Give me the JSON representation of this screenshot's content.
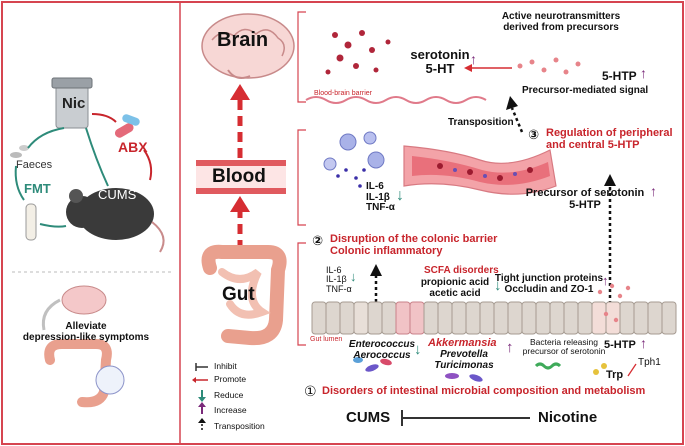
{
  "left": {
    "nic": "Nic",
    "faeces": "Faeces",
    "abx": "ABX",
    "fmt": "FMT",
    "cums": "CUMS",
    "alleviate": "Alleviate\ndepression-like symptoms"
  },
  "organs": {
    "brain": "Brain",
    "blood": "Blood",
    "gut": "Gut"
  },
  "brain_panel": {
    "active_nt": "Active neurotransmitters\nderived from precursors",
    "serotonin": "serotonin\n5-HT",
    "five_htp": "5-HTP",
    "bbb": "Blood-brain barrier",
    "precursor_signal": "Precursor-mediated signal"
  },
  "blood_panel": {
    "transposition": "Transposition",
    "step3_num": "③",
    "step3": "Regulation of peripheral\nand central 5-HTP",
    "cytokines": "IL-6\nIL-1β\nTNF-α",
    "precursor": "Precursor of serotonin\n5-HTP"
  },
  "gut_panel": {
    "step2_num": "②",
    "step2": "Disruption of the colonic barrier\nColonic inflammatory",
    "cytokines": "IL-6\nIL-1β\nTNF-α",
    "scfa": "SCFA disorders",
    "acids": "propionic acid\nacetic acid",
    "tight": "Tight junction proteins\nOccludin and ZO-1",
    "gut_lumen": "Gut lumen",
    "entero": "Enterococcus\nAerococcus",
    "akk": "Akkermansia",
    "prevo": "Prevotella\nTuricimonas",
    "bacteria": "Bacteria releasing\nprecursor of serotonin",
    "htp": "5-HTP",
    "trp": "Trp",
    "tph1": "Tph1",
    "step1_num": "①",
    "step1": "Disorders of intestinal microbial composition and metabolism"
  },
  "legend": {
    "inhibit": "Inhibit",
    "promote": "Promote",
    "reduce": "Reduce",
    "increase": "Increase",
    "transposition": "Transposition"
  },
  "bottom": {
    "cums": "CUMS",
    "nicotine": "Nicotine"
  },
  "colors": {
    "red": "#c8252c",
    "purple": "#7a2a7a",
    "teal": "#2e8b7a",
    "frame": "#d64550"
  }
}
